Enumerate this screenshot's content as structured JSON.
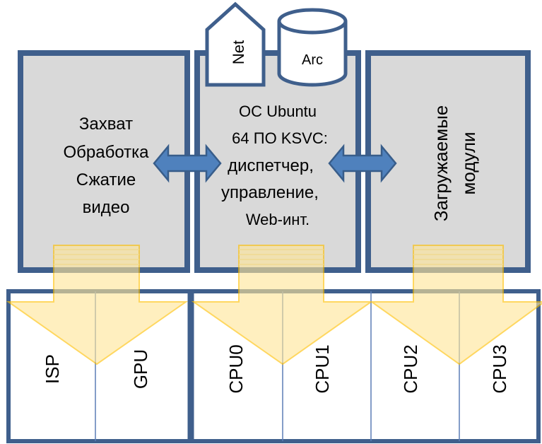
{
  "modules": {
    "capture": {
      "lines": [
        "Захват",
        "Обработка",
        "Сжатие",
        "видео"
      ]
    },
    "os": {
      "lines": [
        "ОС Ubuntu",
        "64 ПО KSVC:",
        "диспетчер,",
        "управление,",
        "Web-инт."
      ]
    },
    "loadable": {
      "lines": [
        "Загружаемые",
        "модули"
      ]
    }
  },
  "net_label": "Net",
  "arc_label": "Arc",
  "hardware": {
    "cells": [
      "ISP",
      "GPU",
      "CPU0",
      "CPU1",
      "CPU2",
      "CPU3"
    ]
  },
  "colors": {
    "box_fill": "#d9d9d9",
    "box_border": "#3f5f8c",
    "arrow_fill": "#4f81bd",
    "arrow_stroke": "#385d8a",
    "down_arrow_fill": "#ffe699",
    "down_arrow_stroke": "#ffc000"
  }
}
